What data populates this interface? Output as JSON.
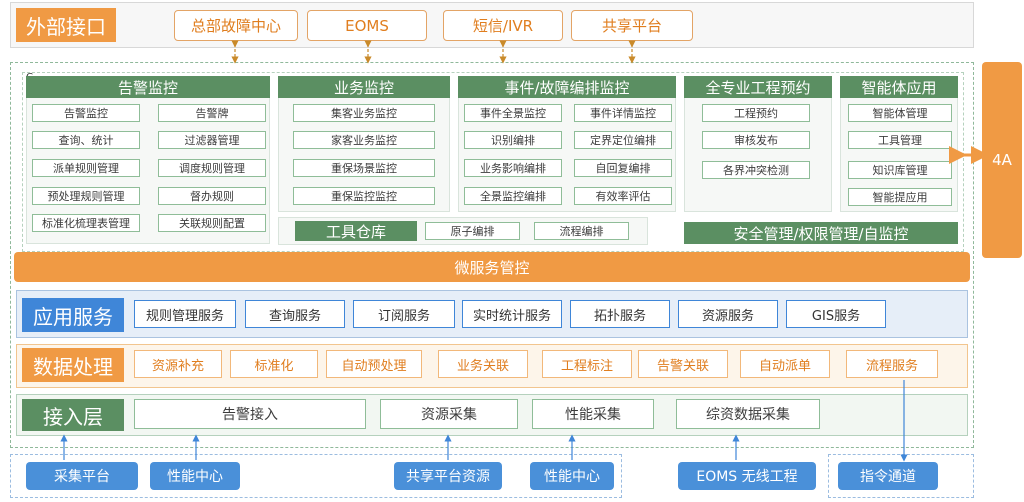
{
  "external": {
    "title": "外部接口",
    "items": [
      "总部故障中心",
      "EOMS",
      "短信/IVR",
      "共享平台"
    ]
  },
  "corner_label": "C",
  "groups": [
    {
      "title": "告警监控",
      "cells": [
        "告警监控",
        "告警牌",
        "查询、统计",
        "过滤器管理",
        "派单规则管理",
        "调度规则管理",
        "预处理规则管理",
        "督办规则",
        "标准化梳理表管理",
        "关联规则配置"
      ]
    },
    {
      "title": "业务监控",
      "cells": [
        "集客业务监控",
        "家客业务监控",
        "重保场景监控",
        "重保监控监控"
      ]
    },
    {
      "title": "事件/故障编排监控",
      "cells": [
        "事件全景监控",
        "事件详情监控",
        "识别编排",
        "定界定位编排",
        "业务影响编排",
        "自回复编排",
        "全景监控编排",
        "有效率评估"
      ]
    },
    {
      "title": "全专业工程预约",
      "cells": [
        "工程预约",
        "审核发布",
        "各界冲突检测"
      ]
    },
    {
      "title": "智能体应用",
      "cells": [
        "智能体管理",
        "工具管理",
        "知识库管理",
        "智能提应用"
      ]
    }
  ],
  "tools": {
    "title": "工具仓库",
    "cells": [
      "原子编排",
      "流程编排"
    ]
  },
  "security": "安全管理/权限管理/自监控",
  "microservice": "微服务管控",
  "side_label": "4A",
  "app_layer": {
    "title": "应用服务",
    "cells": [
      "规则管理服务",
      "查询服务",
      "订阅服务",
      "实时统计服务",
      "拓扑服务",
      "资源服务",
      "GIS服务"
    ]
  },
  "data_layer": {
    "title": "数据处理",
    "cells": [
      "资源补充",
      "标准化",
      "自动预处理",
      "业务关联",
      "工程标注",
      "告警关联",
      "自动派单",
      "流程服务"
    ]
  },
  "access_layer": {
    "title": "接入层",
    "cells": [
      "告警接入",
      "资源采集",
      "性能采集",
      "综资数据采集"
    ]
  },
  "sources": {
    "left": [
      "采集平台",
      "性能中心",
      "共享平台资源",
      "性能中心"
    ],
    "middle": "EOMS 无线工程",
    "right": "指令通道"
  },
  "colors": {
    "orange": "#f09a44",
    "green": "#5b8f62",
    "blue": "#3f86d8",
    "source_blue": "#4a90d9"
  }
}
